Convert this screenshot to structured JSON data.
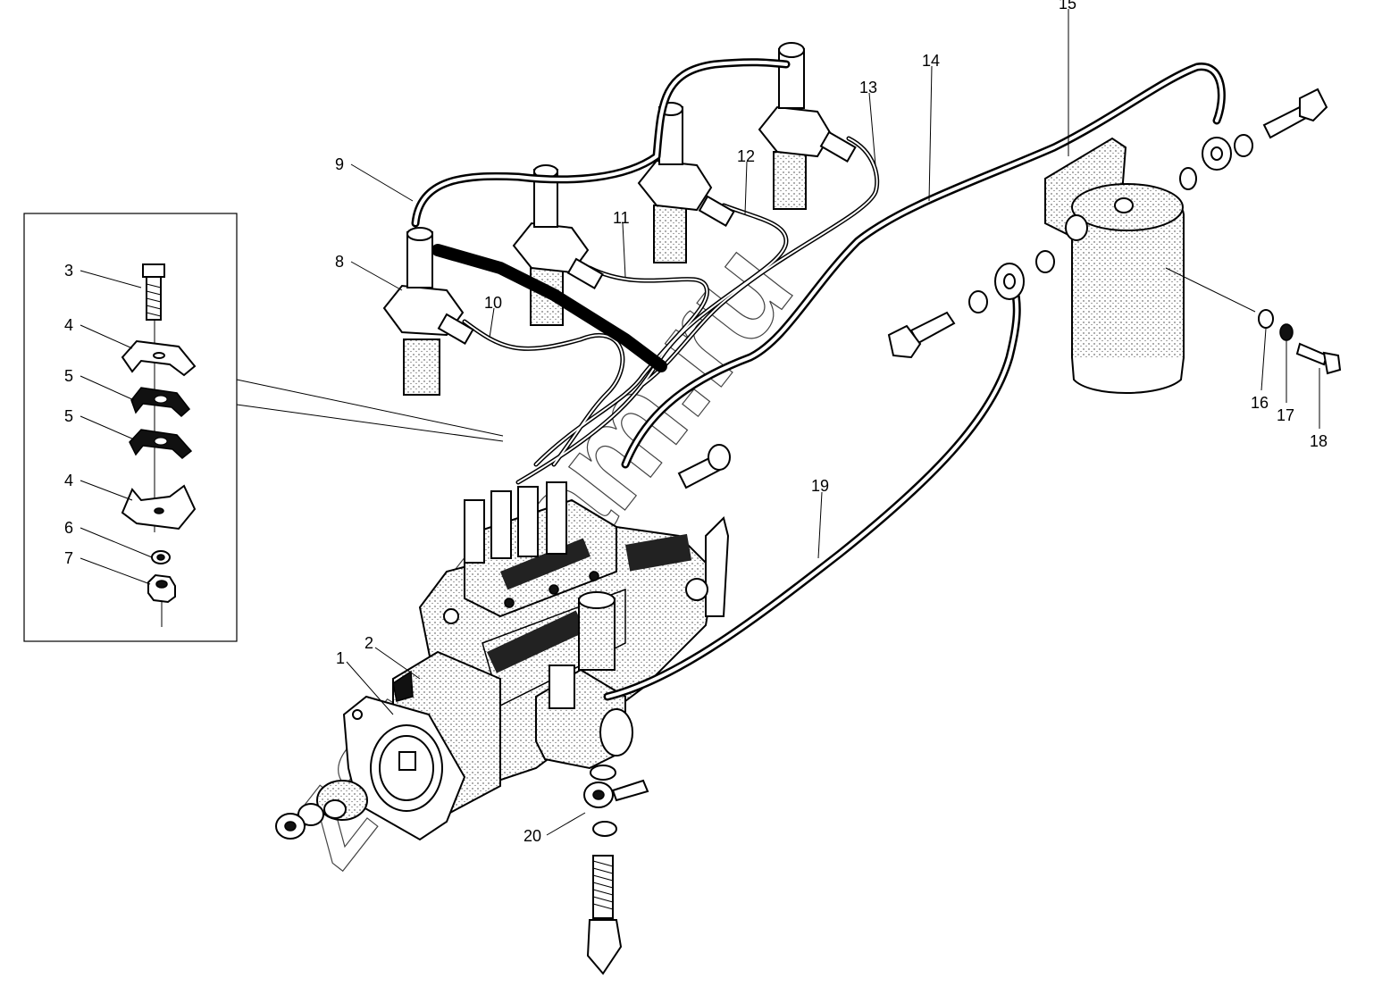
{
  "diagram": {
    "watermark": "zapcham.ru",
    "callouts": [
      "1",
      "2",
      "3",
      "4",
      "5",
      "5",
      "4",
      "6",
      "7",
      "8",
      "9",
      "10",
      "11",
      "12",
      "13",
      "14",
      "15",
      "16",
      "17",
      "18",
      "19",
      "20"
    ]
  }
}
